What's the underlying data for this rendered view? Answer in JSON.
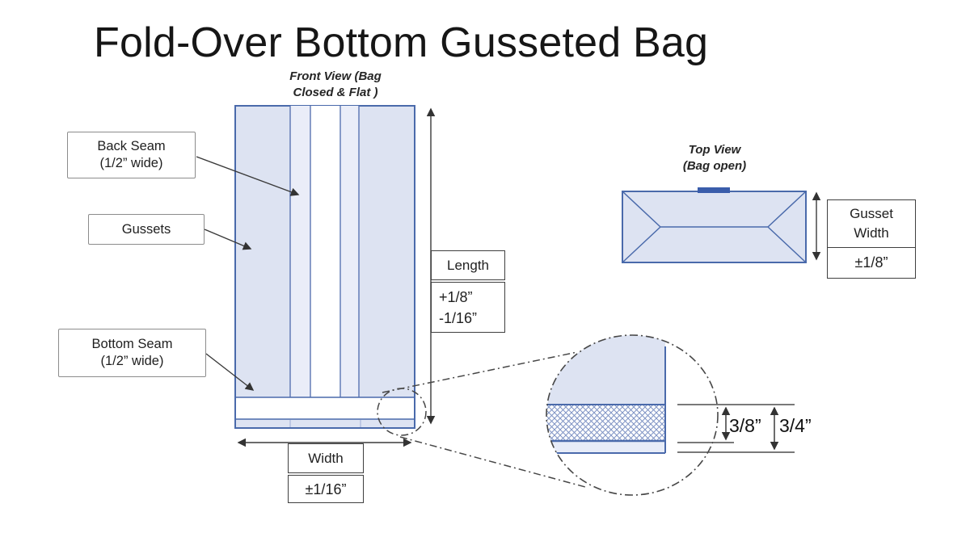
{
  "title": "Fold-Over Bottom Gusseted Bag",
  "front_view": {
    "caption": {
      "line1": "Front View (Bag",
      "line2": "Closed & Flat )"
    },
    "callouts": {
      "back_seam": {
        "line1": "Back Seam",
        "line2": "(1/2” wide)"
      },
      "gussets": {
        "label": "Gussets"
      },
      "bottom_seam": {
        "line1": "Bottom Seam",
        "line2": "(1/2” wide)"
      }
    },
    "length_dim": {
      "label": "Length",
      "tol_plus": "+1/8”",
      "tol_minus": "-1/16”"
    },
    "width_dim": {
      "label": "Width",
      "tol": "±1/16”"
    }
  },
  "top_view": {
    "caption": {
      "line1": "Top View",
      "line2": "(Bag open)"
    },
    "gusset_dim": {
      "line1": "Gusset",
      "line2": "Width",
      "tol": "±1/8”"
    }
  },
  "detail_view": {
    "seam_height": "3/8”",
    "fold_height": "3/4”"
  },
  "colors": {
    "bag_fill": "#dde3f2",
    "bag_fill_light": "#eaedf8",
    "bag_outline": "#4a6aab",
    "seam_bar": "#3a5dab",
    "crosshatch_line": "#7e93c4",
    "fold_strip_fill": "#e7ecf8",
    "leader_line": "#3a3a3a",
    "callout_border": "#8c8c8c",
    "dim_border": "#3f3f3f"
  }
}
